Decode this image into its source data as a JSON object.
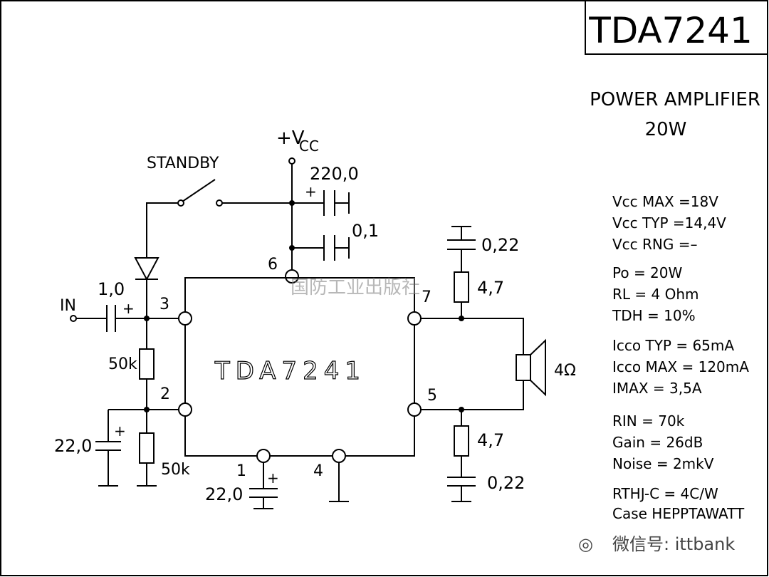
{
  "title": "TDA7241",
  "subtitle_line1": "POWER AMPLIFIER",
  "subtitle_line2": "20W",
  "chip_label": "TDA7241",
  "supply_label": "+V",
  "supply_sub": "CC",
  "standby_label": "STANDBY",
  "input_label": "IN",
  "components": {
    "c_in": "1,0",
    "c_supply_big": "220,0",
    "c_supply_small": "0,1",
    "r_bias_top": "50k",
    "r_bias_bottom": "50k",
    "c_bias": "22,0",
    "c_pin1": "22,0",
    "c_zobel_top": "0,22",
    "r_zobel_top": "4,7",
    "r_zobel_bottom": "4,7",
    "c_zobel_bottom": "0,22",
    "speaker": "4Ω"
  },
  "pins": {
    "p1": "1",
    "p2": "2",
    "p3": "3",
    "p4": "4",
    "p5": "5",
    "p6": "6",
    "p7": "7"
  },
  "specs": [
    "Vcc MAX =18V",
    "Vcc TYP =14,4V",
    "Vcc RNG =–",
    "Po = 20W",
    "RL = 4 Ohm",
    "TDH = 10%",
    "Icco TYP = 65mA",
    "Icco MAX = 120mA",
    "IMAX = 3,5A",
    "RIN = 70k",
    "Gain = 26dB",
    "Noise = 2mkV",
    "RTHJ-C = 4C/W",
    "Case HEPPTAWATT"
  ],
  "watermark": "国防工业出版社",
  "footer": "微信号: ittbank"
}
